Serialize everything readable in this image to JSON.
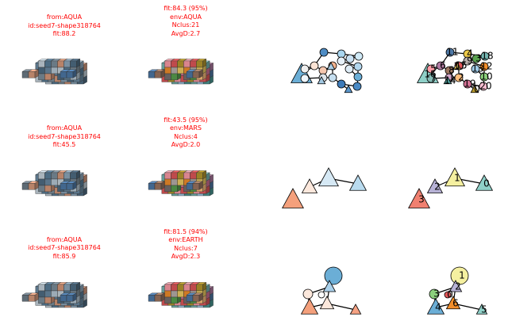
{
  "colors": {
    "caption": "#ff0000",
    "palette": [
      "#4e79a7",
      "#f28e2b",
      "#76b7b2",
      "#59a14f",
      "#edc948",
      "#b07aa1",
      "#ff9da7",
      "#9c755f",
      "#bab0ac",
      "#a0cbe8",
      "#ffbe7d",
      "#8cd17d",
      "#d4a6c8",
      "#e15759",
      "#86bcb6",
      "#f1ce63",
      "#499894",
      "#79706e",
      "#d37295",
      "#fabfd2",
      "#b6992d"
    ]
  },
  "rows": [
    {
      "source": {
        "lines": [
          "from:AQUA",
          "id:seed7-shape318764",
          "fit:88.2"
        ]
      },
      "clustered": {
        "lines": [
          "fit:84.3 (95%)",
          "env:AQUA",
          "Nclus:21",
          "AvgD:2.7"
        ]
      },
      "labels": [
        "16",
        "11",
        "4",
        "18",
        "6",
        "15",
        "3",
        "5",
        "8",
        "9",
        "12",
        "13",
        "2",
        "10",
        "1",
        "7",
        "17",
        "14",
        "19",
        "20",
        "0"
      ]
    },
    {
      "source": {
        "lines": [
          "from:AQUA",
          "id:seed7-shape318764",
          "fit:45.5"
        ]
      },
      "clustered": {
        "lines": [
          "fit:43.5 (95%)",
          "env:MARS",
          "Nclus:4",
          "AvgD:2.0"
        ]
      },
      "labels": [
        "1",
        "0",
        "2",
        "3"
      ]
    },
    {
      "source": {
        "lines": [
          "from:AQUA",
          "id:seed7-shape318764",
          "fit:85.9"
        ]
      },
      "clustered": {
        "lines": [
          "fit:81.5 (94%)",
          "env:EARTH",
          "Nclus:7",
          "AvgD:2.3"
        ]
      },
      "labels": [
        "1",
        "3",
        "2",
        "6",
        "4",
        "5",
        "0"
      ]
    }
  ]
}
